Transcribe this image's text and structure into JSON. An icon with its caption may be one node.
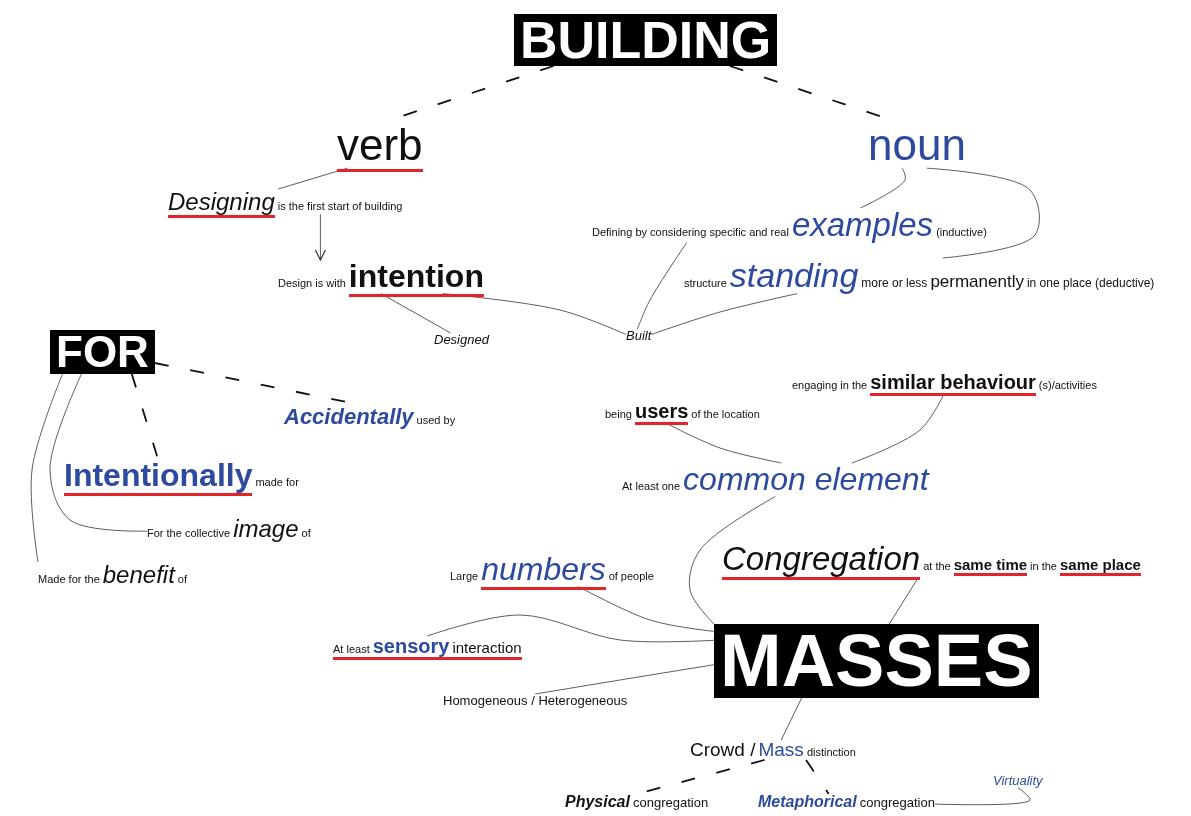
{
  "diagram": {
    "nodes": [
      {
        "text": [
          "BUILDING"
        ]
      },
      {
        "text": [
          "verb"
        ]
      },
      {
        "text": [
          "noun"
        ]
      },
      {
        "text": [
          "Designing",
          "is the first start of building"
        ]
      },
      {
        "text": [
          "Design is with",
          "intention"
        ]
      },
      {
        "text": [
          "Designed"
        ]
      },
      {
        "text": [
          "Defining by considering specific and real",
          "examples",
          "(inductive)"
        ]
      },
      {
        "text": [
          "structure",
          "standing",
          "more or less",
          "permanently",
          "in one place (deductive)"
        ]
      },
      {
        "text": [
          "Built"
        ]
      },
      {
        "text": [
          "FOR"
        ]
      },
      {
        "text": [
          "Accidentally",
          "used by"
        ]
      },
      {
        "text": [
          "Intentionally",
          "made for"
        ]
      },
      {
        "text": [
          "For the collective",
          "image",
          "of"
        ]
      },
      {
        "text": [
          "Made for the",
          "benefit",
          "of"
        ]
      },
      {
        "text": [
          "engaging in the",
          "similar behaviour",
          "(s)/activities"
        ]
      },
      {
        "text": [
          "being",
          "users",
          "of the location"
        ]
      },
      {
        "text": [
          "At least one",
          "common element"
        ]
      },
      {
        "text": [
          "Congregation",
          "at the",
          "same time",
          "in the",
          "same place"
        ]
      },
      {
        "text": [
          "Large",
          "numbers",
          "of people"
        ]
      },
      {
        "text": [
          "At least",
          "sensory",
          "interaction"
        ]
      },
      {
        "text": [
          "Homogeneous / Heterogeneous"
        ]
      },
      {
        "text": [
          "MASSES"
        ]
      },
      {
        "text": [
          "Crowd /",
          "Mass",
          "distinction"
        ]
      },
      {
        "text": [
          "Physical",
          "congregation"
        ]
      },
      {
        "text": [
          "Metaphorical",
          "congregation"
        ]
      },
      {
        "text": [
          "Virtuality"
        ]
      }
    ],
    "edges": [
      {
        "from": 0,
        "to": 1,
        "arrow": "none",
        "style": "dashed"
      },
      {
        "from": 0,
        "to": 2,
        "arrow": "none",
        "style": "dashed"
      },
      {
        "from": 1,
        "to": 3,
        "arrow": "none"
      },
      {
        "from": 3,
        "to": 4,
        "arrow": "to"
      },
      {
        "from": 4,
        "to": 5,
        "arrow": "none"
      },
      {
        "from": 4,
        "to": 8,
        "arrow": "none"
      },
      {
        "from": 6,
        "to": 8,
        "arrow": "none"
      },
      {
        "from": 7,
        "to": 8,
        "arrow": "none"
      },
      {
        "from": 2,
        "to": 6,
        "arrow": "none"
      },
      {
        "from": 2,
        "to": 7,
        "arrow": "none"
      },
      {
        "from": 9,
        "to": 10,
        "arrow": "none",
        "style": "dashed"
      },
      {
        "from": 9,
        "to": 11,
        "arrow": "none",
        "style": "dashed"
      },
      {
        "from": 9,
        "to": 12,
        "arrow": "none"
      },
      {
        "from": 9,
        "to": 13,
        "arrow": "none"
      },
      {
        "from": 15,
        "to": 16,
        "arrow": "none"
      },
      {
        "from": 14,
        "to": 16,
        "arrow": "none"
      },
      {
        "from": 16,
        "to": 21,
        "arrow": "none"
      },
      {
        "from": 17,
        "to": 21,
        "arrow": "none"
      },
      {
        "from": 18,
        "to": 21,
        "arrow": "none"
      },
      {
        "from": 19,
        "to": 21,
        "arrow": "none"
      },
      {
        "from": 20,
        "to": 21,
        "arrow": "none"
      },
      {
        "from": 21,
        "to": 22,
        "arrow": "none"
      },
      {
        "from": 22,
        "to": 23,
        "arrow": "none",
        "style": "dashed"
      },
      {
        "from": 22,
        "to": 24,
        "arrow": "none",
        "style": "dashed"
      },
      {
        "from": 24,
        "to": 25,
        "arrow": "none"
      }
    ]
  }
}
